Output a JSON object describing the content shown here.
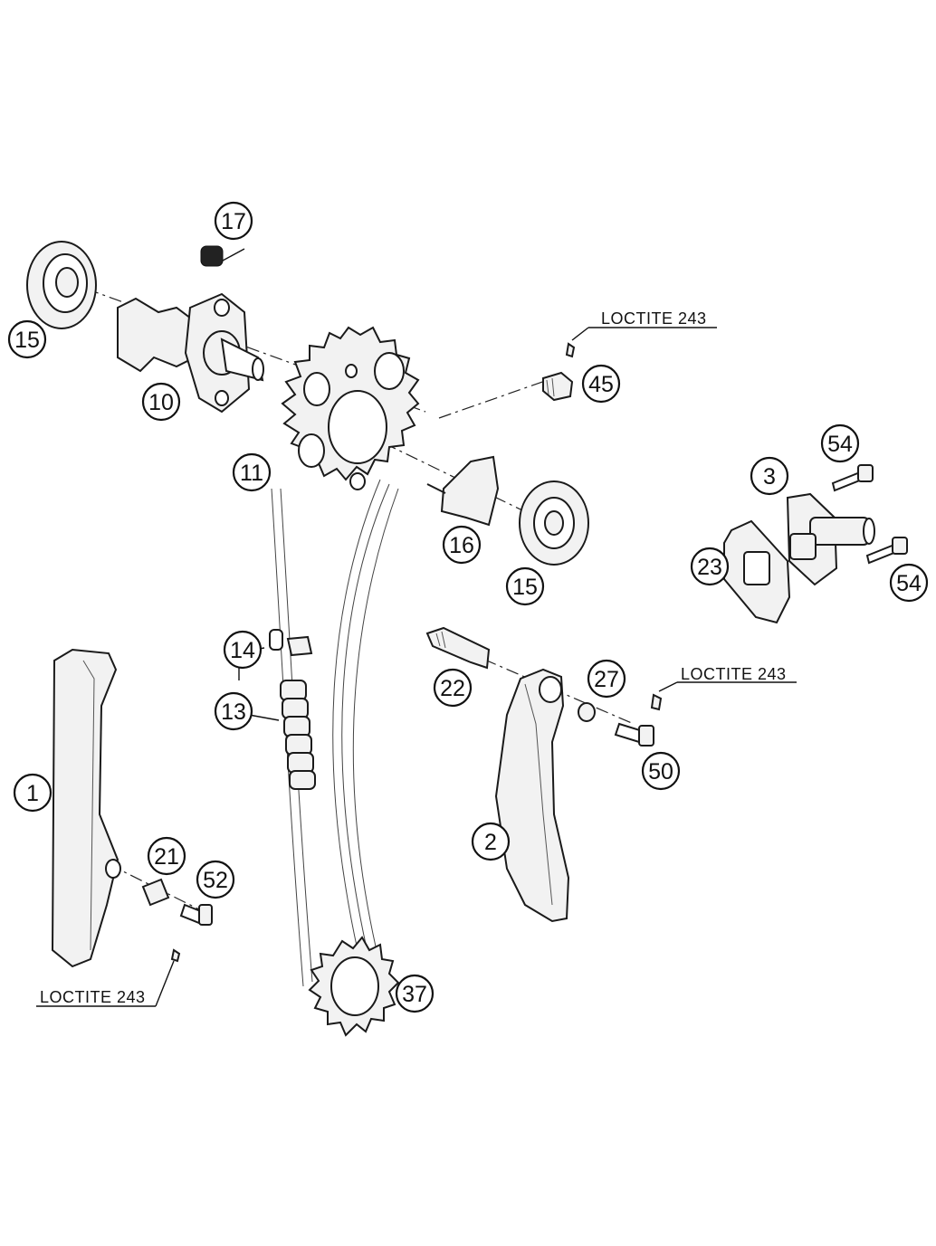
{
  "callouts": {
    "c15a": "15",
    "c15b": "15",
    "c17": "17",
    "c10": "10",
    "c11": "11",
    "c45": "45",
    "c54a": "54",
    "c54b": "54",
    "c3": "3",
    "c23": "23",
    "c16": "16",
    "c14": "14",
    "c13": "13",
    "c1": "1",
    "c21": "21",
    "c52": "52",
    "c22": "22",
    "c27": "27",
    "c50": "50",
    "c2": "2",
    "c37": "37"
  },
  "notes": {
    "loctite_top": "LOCTITE 243",
    "loctite_right": "LOCTITE 243",
    "loctite_bottom": "LOCTITE 243"
  }
}
